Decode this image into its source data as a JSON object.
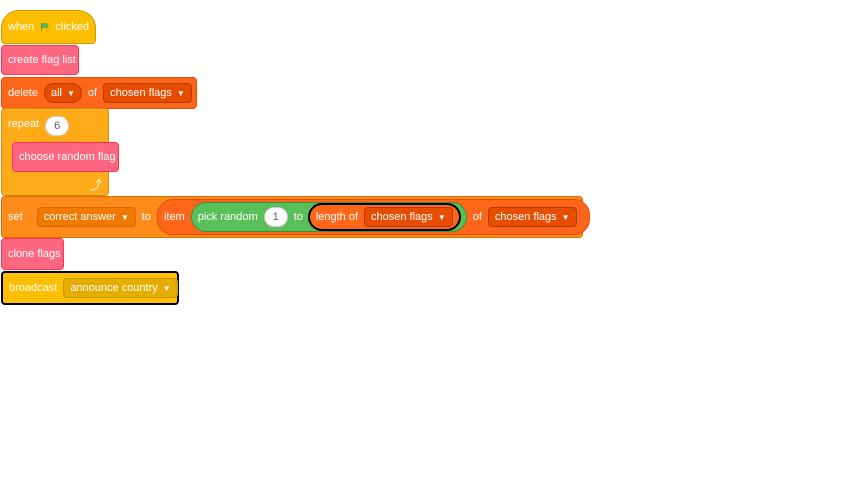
{
  "script": {
    "when_flag": {
      "label_when": "when",
      "label_clicked": "clicked",
      "icon": "green-flag-icon"
    },
    "create_flag_list": {
      "label": "create flag list"
    },
    "delete_block": {
      "label": "delete",
      "index": "all",
      "of": "of",
      "list": "chosen flags"
    },
    "repeat_block": {
      "label": "repeat",
      "count": "6",
      "inner": "choose random flag",
      "loop_icon": "loop-arrow-icon"
    },
    "set_block": {
      "label": "set",
      "variable": "correct answer",
      "to": "to",
      "item": "item",
      "pick_random": "pick random",
      "from": "1",
      "to2": "to",
      "length_of": "length of",
      "length_list": "chosen flags",
      "of": "of",
      "list": "chosen flags"
    },
    "clone_flags": {
      "label": "clone flags"
    },
    "broadcast_block": {
      "label": "broadcast",
      "message": "announce country"
    }
  },
  "colors": {
    "events": "#FFBF00",
    "control": "#FFAB19",
    "my_blocks": "#FF6680",
    "lists": "#FF661A",
    "variables": "#FF8C1A",
    "operators": "#59C059"
  }
}
